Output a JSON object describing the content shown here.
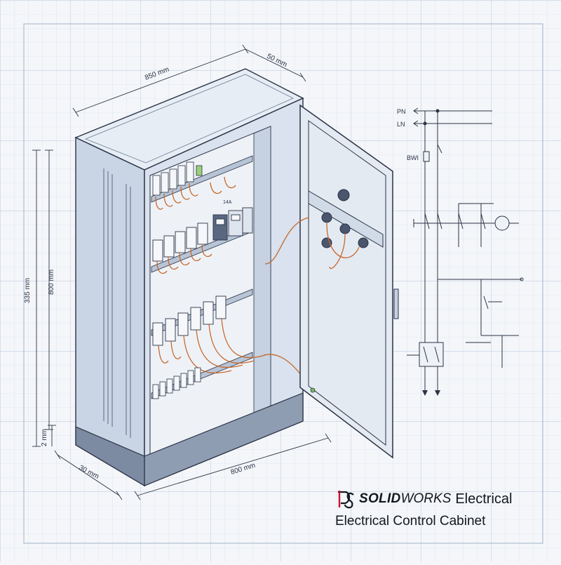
{
  "dimensions": {
    "top_width": "850 mm",
    "top_depth": "50 mm",
    "outer_height": "335 mm",
    "inner_height": "800 mm",
    "plinth_height": "2 mm",
    "base_depth": "30 mm",
    "base_width": "800 mm"
  },
  "schematic": {
    "line_pn": "PN",
    "line_ln": "LN",
    "breaker_label": "BWI"
  },
  "labels": {
    "rail_tag": "14A"
  },
  "brand": {
    "logo_icon": "solidworks-ds-logo",
    "solid": "SOLID",
    "works": "WORKS",
    "product": "Electrical"
  },
  "title": "Electrical Control Cabinet",
  "colors": {
    "line": "#2a3244",
    "grid": "#c7d4e4",
    "cabinet_fill": "#dbe4ef",
    "wire": "#c8682a"
  }
}
